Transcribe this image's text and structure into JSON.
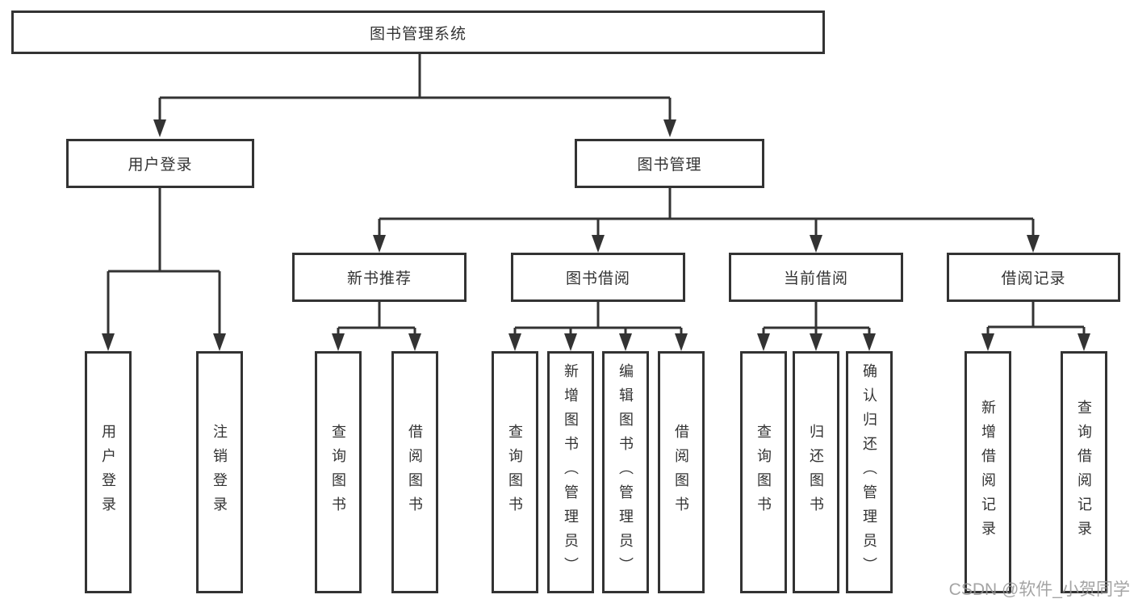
{
  "tree": {
    "root": "图书管理系统",
    "branches": [
      {
        "label": "用户登录",
        "leaves": [
          "用户登录",
          "注销登录"
        ]
      },
      {
        "label": "图书管理",
        "sections": [
          {
            "label": "新书推荐",
            "leaves": [
              "查询图书",
              "借阅图书"
            ]
          },
          {
            "label": "图书借阅",
            "leaves": [
              "查询图书",
              "新增图书（管理员）",
              "编辑图书（管理员）",
              "借阅图书"
            ]
          },
          {
            "label": "当前借阅",
            "leaves": [
              "查询图书",
              "归还图书",
              "确认归还（管理员）"
            ]
          },
          {
            "label": "借阅记录",
            "leaves": [
              "新增借阅记录",
              "查询借阅记录"
            ]
          }
        ]
      }
    ]
  },
  "watermark": {
    "text": "CSDN @软件_小贺同学"
  },
  "colors": {
    "line": "#333333",
    "border": "#333333",
    "text": "#333333",
    "background": "#ffffff",
    "watermark": "#949494"
  }
}
